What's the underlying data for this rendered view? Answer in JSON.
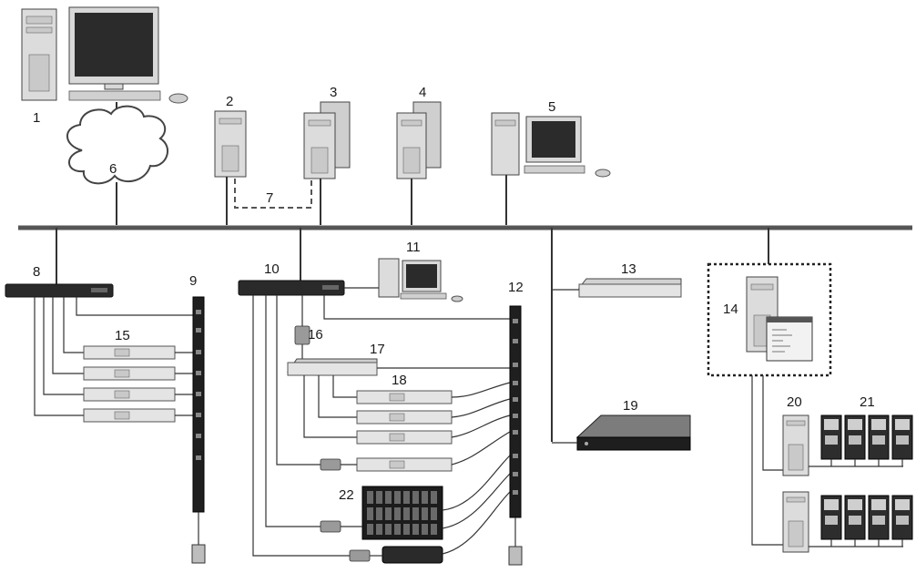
{
  "labels": {
    "n1": "1",
    "n2": "2",
    "n3": "3",
    "n4": "4",
    "n5": "5",
    "n6": "6",
    "n7": "7",
    "n8": "8",
    "n9": "9",
    "n10": "10",
    "n11": "11",
    "n12": "12",
    "n13": "13",
    "n14": "14",
    "n15": "15",
    "n16": "16",
    "n17": "17",
    "n18": "18",
    "n19": "19",
    "n20": "20",
    "n21": "21",
    "n22": "22"
  },
  "icons": [
    "workstation-icon",
    "cloud-icon",
    "server-tower-icon",
    "kvm-switch-icon",
    "pdu-icon",
    "rack-server-icon",
    "blade-chassis-icon",
    "software-window-icon"
  ]
}
